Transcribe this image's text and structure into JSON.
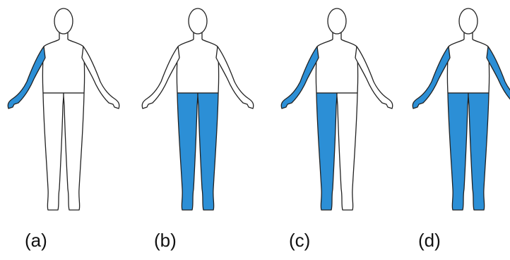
{
  "colors": {
    "highlight": "#2c8fd6",
    "outline": "#222222",
    "background": "#ffffff"
  },
  "figures": [
    {
      "caption": "(a)",
      "highlighted_regions": [
        "right-arm"
      ]
    },
    {
      "caption": "(b)",
      "highlighted_regions": [
        "both-legs"
      ]
    },
    {
      "caption": "(c)",
      "highlighted_regions": [
        "right-arm",
        "right-leg"
      ]
    },
    {
      "caption": "(d)",
      "highlighted_regions": [
        "right-arm",
        "left-arm",
        "both-legs"
      ]
    }
  ]
}
